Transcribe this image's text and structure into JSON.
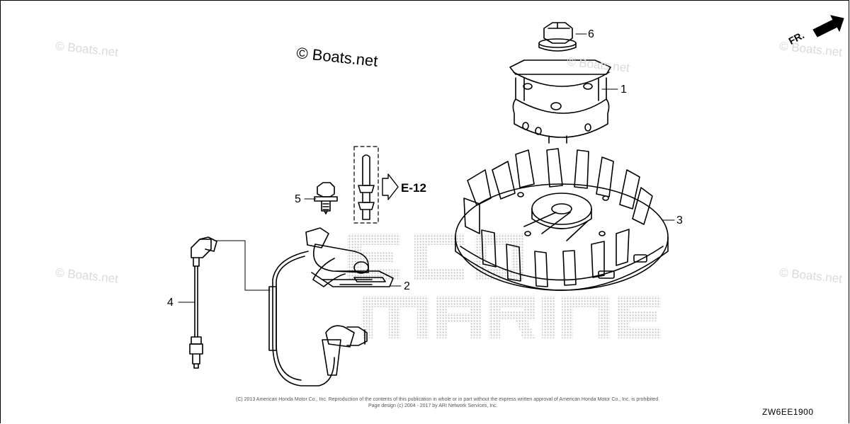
{
  "watermarks": {
    "main": "© Boats.net",
    "small": "© Boats.net",
    "brand_line1": "ECO",
    "brand_line2": "MARINE"
  },
  "callouts": {
    "p1": "1",
    "p2": "2",
    "p3": "3",
    "p4": "4",
    "p5": "5",
    "p6": "6"
  },
  "reference": {
    "label": "E-12"
  },
  "direction": {
    "label": "FR."
  },
  "footer": {
    "line1": "(C) 2013 American Honda Motor Co., Inc. Reproduction of the contents of this publication in whole or in part without the express written approval of American Honda Motor Co., Inc. is prohibited.",
    "line2": "Page design (c) 2004 - 2017 by ARI Network Services, Inc.",
    "diagram_code": "ZW6EE1900"
  },
  "colors": {
    "line": "#000000",
    "watermark": "#d9d9d9",
    "brand_dot": "#c8c8c8"
  }
}
